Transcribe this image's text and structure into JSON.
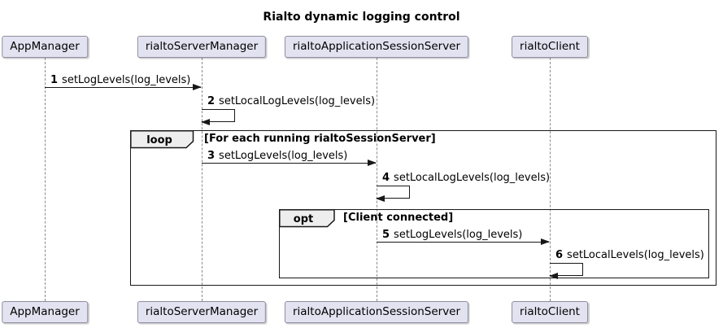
{
  "title": "Rialto dynamic logging control",
  "participants": [
    {
      "label": "AppManager"
    },
    {
      "label": "rialtoServerManager"
    },
    {
      "label": "rialtoApplicationSessionServer"
    },
    {
      "label": "rialtoClient"
    }
  ],
  "messages": [
    {
      "num": "1",
      "text": "setLogLevels(log_levels)",
      "from": "AppManager",
      "to": "rialtoServerManager",
      "type": "arrow"
    },
    {
      "num": "2",
      "text": "setLocalLogLevels(log_levels)",
      "from": "rialtoServerManager",
      "to": "rialtoServerManager",
      "type": "self"
    },
    {
      "num": "3",
      "text": "setLogLevels(log_levels)",
      "from": "rialtoServerManager",
      "to": "rialtoApplicationSessionServer",
      "type": "arrow"
    },
    {
      "num": "4",
      "text": "setLocalLogLevels(log_levels)",
      "from": "rialtoApplicationSessionServer",
      "to": "rialtoApplicationSessionServer",
      "type": "self"
    },
    {
      "num": "5",
      "text": "setLogLevels(log_levels)",
      "from": "rialtoApplicationSessionServer",
      "to": "rialtoClient",
      "type": "arrow"
    },
    {
      "num": "6",
      "text": "setLocalLevels(log_levels)",
      "from": "rialtoClient",
      "to": "rialtoClient",
      "type": "self"
    }
  ],
  "fragments": [
    {
      "keyword": "loop",
      "condition": "[For each running rialtoSessionServer]"
    },
    {
      "keyword": "opt",
      "condition": "[Client connected]"
    }
  ],
  "colors": {
    "background": "#FFFFFF",
    "participant_fill": "#E2E2F0",
    "participant_border": "#8E8EA0",
    "lifeline": "#8A8A8A",
    "arrow": "#181818",
    "frame_border": "#181818",
    "fragment_label_fill": "#EEEEEE"
  }
}
